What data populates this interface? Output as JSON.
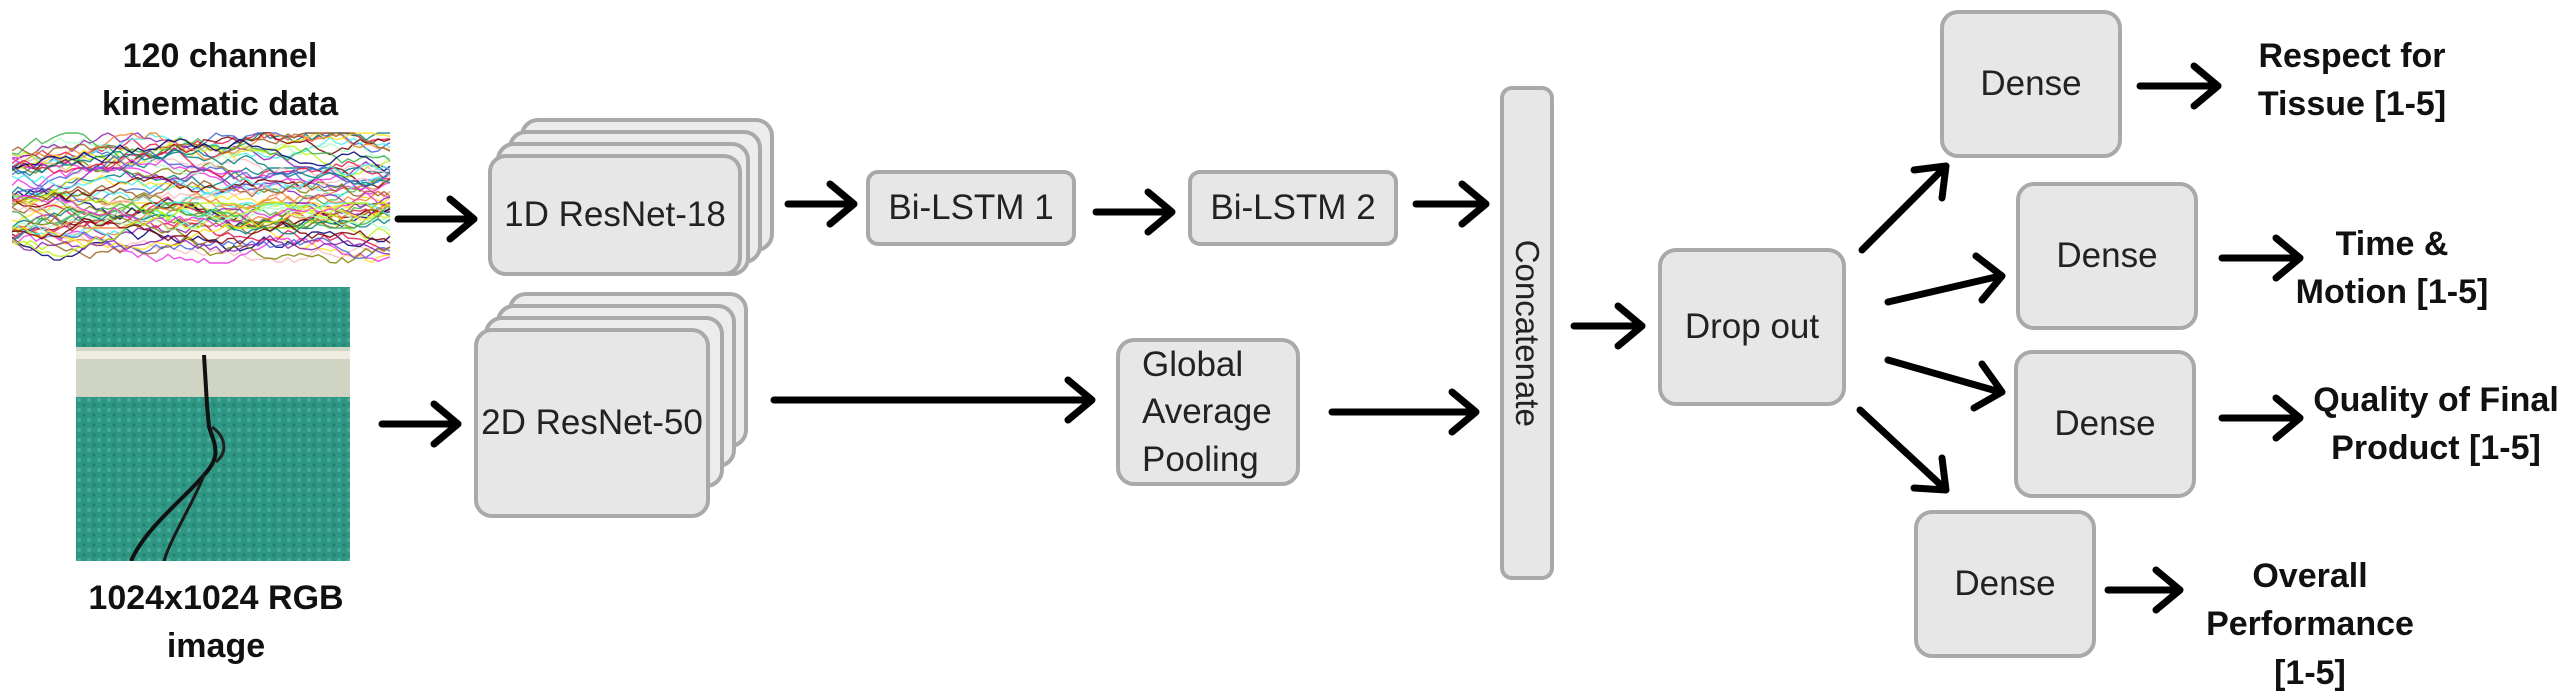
{
  "inputs": {
    "kinematic_label": "120 channel\nkinematic data",
    "image_label": "1024x1024 RGB\nimage"
  },
  "blocks": {
    "resnet1d": "1D ResNet-18",
    "resnet2d": "2D ResNet-50",
    "bilstm1": "Bi-LSTM 1",
    "bilstm2": "Bi-LSTM 2",
    "gap": "Global\nAverage\nPooling",
    "concatenate": "Concatenate",
    "dropout": "Drop out",
    "dense": "Dense"
  },
  "outputs": [
    "Respect for\nTissue [1-5]",
    "Time &\nMotion [1-5]",
    "Quality of Final\nProduct [1-5]",
    "Overall\nPerformance\n[1-5]"
  ],
  "colors": {
    "box_fill": "#e7e7e7",
    "box_border": "#a9a9a9",
    "arrow": "#000000",
    "image_background": "#2f9a87"
  }
}
